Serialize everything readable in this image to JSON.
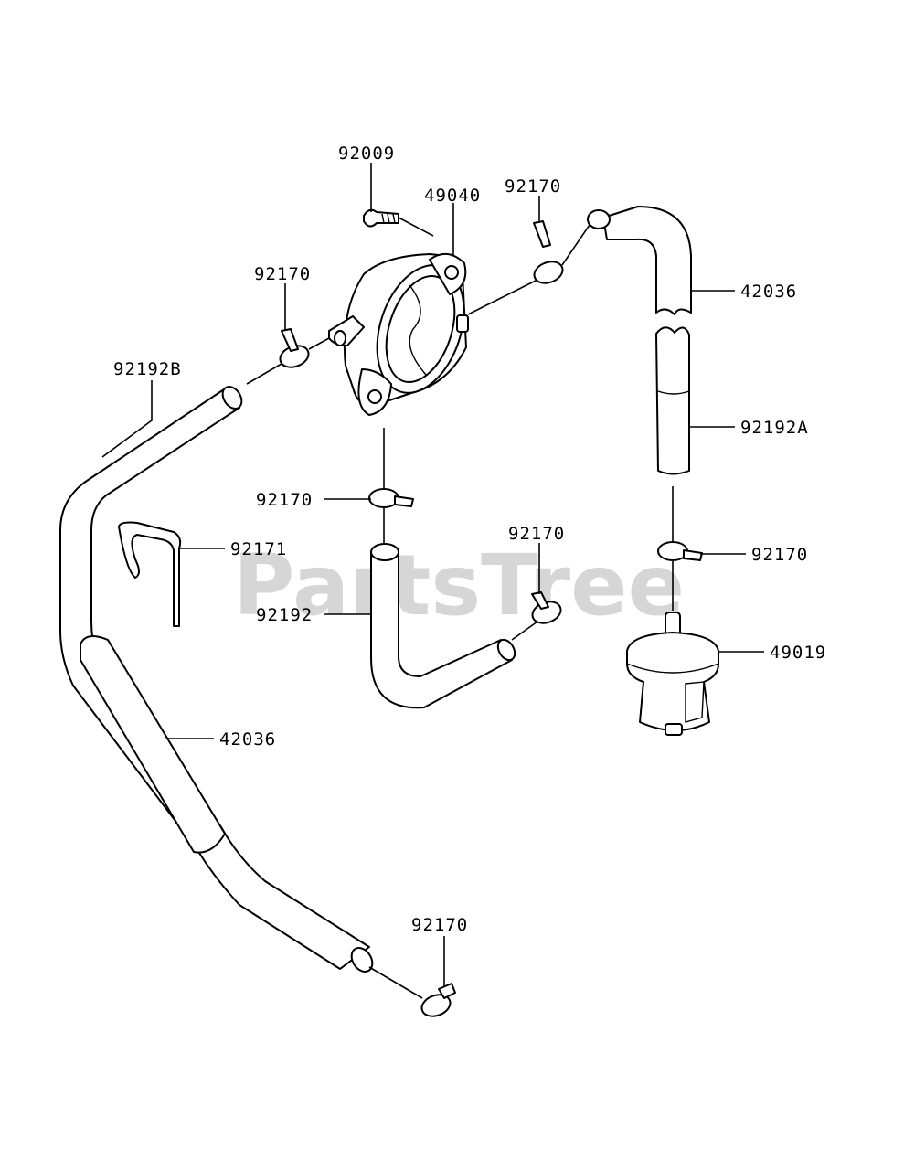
{
  "watermark": "PartsTree",
  "callouts": [
    {
      "id": "c-92009",
      "text": "92009"
    },
    {
      "id": "c-49040",
      "text": "49040"
    },
    {
      "id": "c-92170-top",
      "text": "92170"
    },
    {
      "id": "c-92170-left",
      "text": "92170"
    },
    {
      "id": "c-42036-right",
      "text": "42036"
    },
    {
      "id": "c-92192B",
      "text": "92192B"
    },
    {
      "id": "c-92192A",
      "text": "92192A"
    },
    {
      "id": "c-92170-mid",
      "text": "92170"
    },
    {
      "id": "c-92171",
      "text": "92171"
    },
    {
      "id": "c-92170-center",
      "text": "92170"
    },
    {
      "id": "c-92170-right",
      "text": "92170"
    },
    {
      "id": "c-92192",
      "text": "92192"
    },
    {
      "id": "c-49019",
      "text": "49019"
    },
    {
      "id": "c-42036-left",
      "text": "42036"
    },
    {
      "id": "c-92170-bottom",
      "text": "92170"
    }
  ]
}
